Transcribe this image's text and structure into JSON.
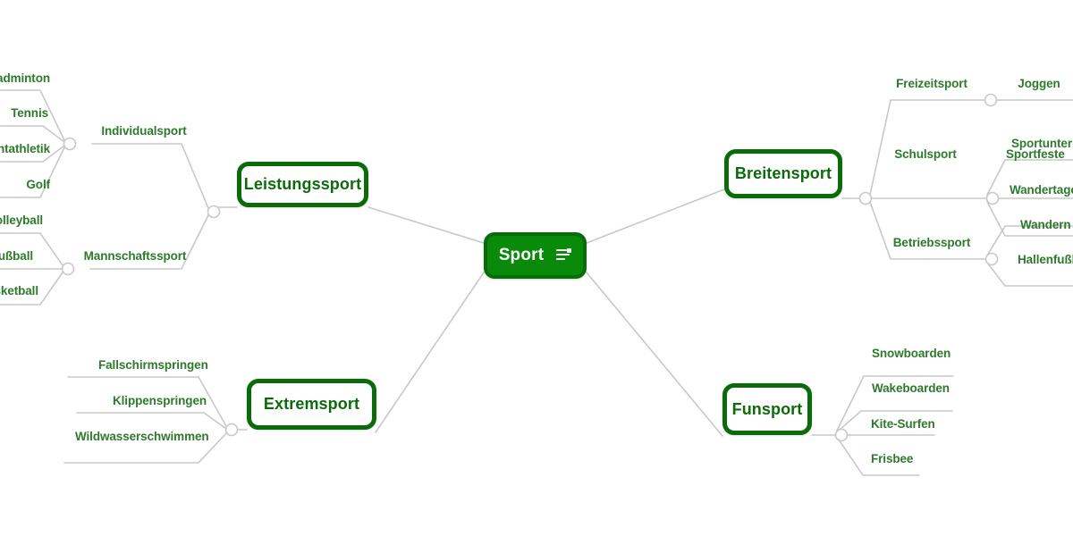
{
  "diagram": {
    "type": "mind-map",
    "title": "Sport",
    "background_color": "#ffffff",
    "colors": {
      "root_fill": "#0a8a0a",
      "root_border": "#0b6b0b",
      "root_text": "#ffffff",
      "branch_border": "#0b6b0b",
      "branch_text": "#0b6b0b",
      "branch_fill": "#ffffff",
      "leaf_text": "#2d7a2d",
      "connector": "#c8c8c8"
    }
  },
  "root": {
    "label": "Sport",
    "icon": "notes-plus-icon"
  },
  "branches": {
    "leistungssport": {
      "label": "Leistungssport",
      "groups": [
        {
          "label": "Individualsport",
          "leaves": [
            "Badminton",
            "Tennis",
            "Leichtathletik",
            "Golf"
          ]
        },
        {
          "label": "Mannschaftssport",
          "leaves": [
            "Volleyball",
            "Fußball",
            "Basketball"
          ]
        }
      ]
    },
    "breitensport": {
      "label": "Breitensport",
      "groups": [
        {
          "label": "Freizeitsport",
          "leaves": [
            "Joggen"
          ]
        },
        {
          "label": "Schulsport",
          "leaves": [
            "Sportunterricht",
            "Sportfeste",
            "Wandertage"
          ]
        },
        {
          "label": "Betriebssport",
          "leaves": [
            "Wandern",
            "Hallenfußball"
          ]
        }
      ]
    },
    "extremsport": {
      "label": "Extremsport",
      "leaves": [
        "Fallschirmspringen",
        "Klippenspringen",
        "Wildwasserschwimmen"
      ]
    },
    "funsport": {
      "label": "Funsport",
      "leaves": [
        "Snowboarden",
        "Wakeboarden",
        "Kite-Surfen",
        "Frisbee"
      ]
    }
  }
}
